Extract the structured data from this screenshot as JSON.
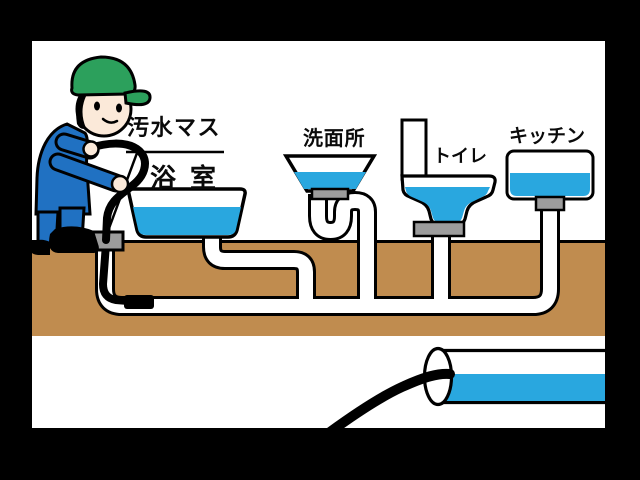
{
  "scene": {
    "title": "drain-cleaning-diagram",
    "labels": {
      "sewage_basin": "汚水マス",
      "bathroom": "浴室",
      "washroom": "洗面所",
      "toilet": "トイレ",
      "kitchen": "キッチン"
    },
    "colors": {
      "background": "#000000",
      "surface": "#FFFFFF",
      "water": "#29A7DF",
      "soil": "#C08C4F",
      "uniform": "#2071C2",
      "cap": "#2CA05C",
      "gray": "#9C9C9C",
      "skin": "#FBE9D9",
      "outline": "#000000"
    }
  }
}
